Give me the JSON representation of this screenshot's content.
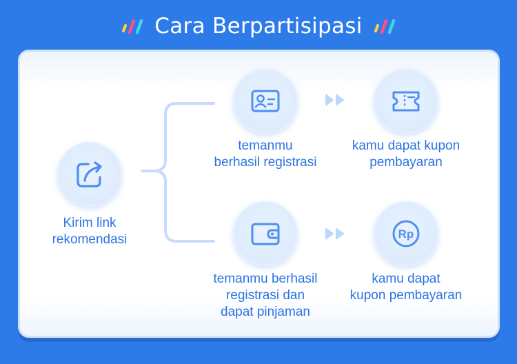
{
  "title": "Cara Berpartisipasi",
  "colors": {
    "background": "#2d7be8",
    "accent": "#2a73e2",
    "icon_stroke": "#4e8ff0",
    "connector": "#c7dcf8",
    "deco_pink": "#ff4f8b",
    "deco_yellow": "#ffd53b",
    "deco_cyan": "#3fd6e8"
  },
  "steps": {
    "start": {
      "icon": "share-icon",
      "label": "Kirim link\nrekomendasi"
    },
    "top_condition": {
      "icon": "id-card-icon",
      "label": "temanmu\nberhasil registrasi"
    },
    "top_reward": {
      "icon": "ticket-icon",
      "label": "kamu dapat kupon\npembayaran"
    },
    "bottom_condition": {
      "icon": "wallet-icon",
      "label": "temanmu berhasil\nregistrasi dan\ndapat pinjaman"
    },
    "bottom_reward": {
      "icon": "rupiah-coin-icon",
      "label": "kamu dapat\nkupon pembayaran"
    }
  },
  "coin_text": "Rp",
  "arrow_icon": "double-chevron-right-icon"
}
